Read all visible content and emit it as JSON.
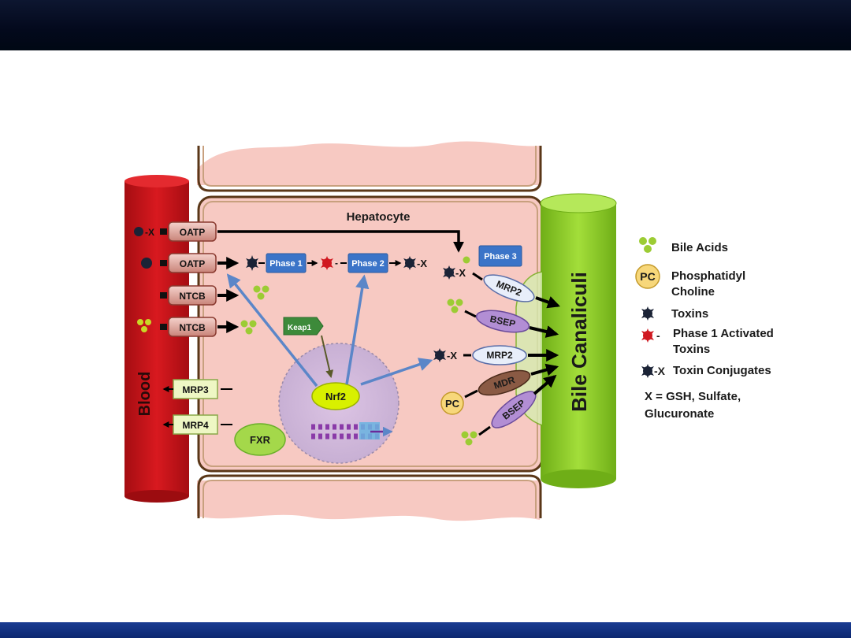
{
  "slide": {
    "background": "#ffffff",
    "top_bar_color": "#03091c",
    "bottom_bar_color": "#0c2870"
  },
  "diagram": {
    "blood_label": "Blood",
    "bile_label": "Bile Canaliculi",
    "cell_label": "Hepatocyte",
    "transporters": {
      "oatp1": "OATP",
      "oatp2": "OATP",
      "ntcb1": "NTCB",
      "ntcb2": "NTCB",
      "mrp3": "MRP3",
      "mrp4": "MRP4",
      "mrp2_top": "MRP2",
      "bsep_top": "BSEP",
      "mrp2_mid": "MRP2",
      "mdr": "MDR",
      "bsep_bottom": "BSEP"
    },
    "enzymes": {
      "phase1": "Phase 1",
      "phase2": "Phase 2",
      "phase3": "Phase 3"
    },
    "regulators": {
      "keap1": "Keap1",
      "nrf2": "Nrf2",
      "fxr": "FXR"
    },
    "conjugate_marks": {
      "blood_toxin": "-X",
      "after_phase2": "-X",
      "before_mrp2_top": "-X",
      "before_mrp2_mid": "-X",
      "activated_dash": "-"
    },
    "pc_mark": "PC"
  },
  "legend": {
    "bile_acids": "Bile Acids",
    "pc_icon": "PC",
    "phosphatidyl_1": "Phosphatidyl",
    "phosphatidyl_2": "Choline",
    "toxins": "Toxins",
    "phase1_dash": "-",
    "phase1_activated_1": "Phase 1 Activated",
    "phase1_activated_2": "Toxins",
    "conj_mark": "-X",
    "toxin_conjugates": "Toxin Conjugates",
    "x_def_1": "X = GSH, Sulfate,",
    "x_def_2": "Glucuronate"
  },
  "colors": {
    "blood": "#c8141a",
    "bile": "#8dcc2a",
    "cell_fill": "#f7c9c2",
    "cell_border": "#5a3718",
    "enzyme_blue": "#3b74c8",
    "bile_acid_green": "#9ccc34",
    "blue_arrow": "#5b86c8"
  }
}
